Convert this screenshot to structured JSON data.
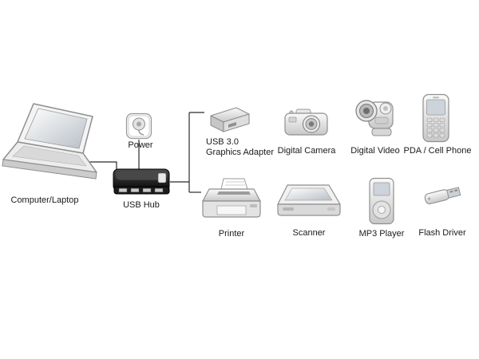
{
  "nodes": {
    "computer": {
      "label": "Computer/Laptop"
    },
    "power": {
      "label": "Power"
    },
    "hub": {
      "label": "USB Hub"
    }
  },
  "devices": {
    "top": [
      {
        "id": "usb3-graphics-adapter",
        "label_line1": "USB 3.0",
        "label_line2": "Graphics Adapter"
      },
      {
        "id": "digital-camera",
        "label": "Digital Camera"
      },
      {
        "id": "digital-video",
        "label": "Digital Video"
      },
      {
        "id": "pda-cell-phone",
        "label": "PDA / Cell Phone"
      }
    ],
    "bottom": [
      {
        "id": "printer",
        "label": "Printer"
      },
      {
        "id": "scanner",
        "label": "Scanner"
      },
      {
        "id": "mp3-player",
        "label": "MP3 Player"
      },
      {
        "id": "flash-driver",
        "label": "Flash Driver"
      }
    ]
  },
  "colors": {
    "background": "#ffffff",
    "line": "#2b2b2b",
    "label": "#1a1a1a",
    "hub_body": "#111111"
  }
}
